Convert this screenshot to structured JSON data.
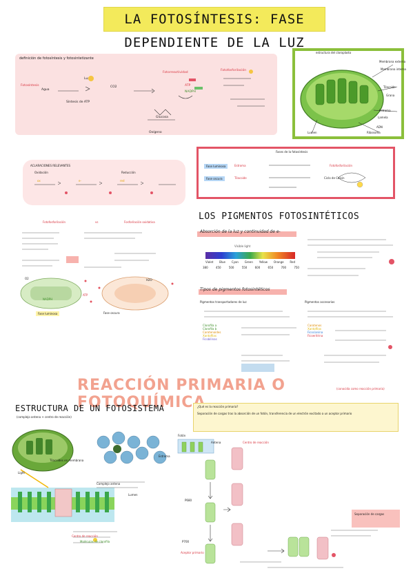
{
  "header": {
    "title": "La fotosíntesis: fase dependiente de la luz"
  },
  "top_section": {
    "definition_line": "definición de fotosíntesis y fotosintetizante",
    "labels": [
      "Fotosíntesis",
      "Fotorreactividad",
      "Luz",
      "NADPH",
      "ATP",
      "Síntesis de ATP",
      "CO2",
      "Glucosa",
      "Agua",
      "Oxígeno",
      "Fotofosforilación"
    ],
    "chloroplast_title": "estructura del cloroplasto",
    "chloroplast_labels": [
      "Membrana externa",
      "Membrana interna",
      "Tilacoide",
      "Grana",
      "Estroma",
      "Lamela",
      "ADN",
      "Ribosoma",
      "Lumen"
    ]
  },
  "middle_left": {
    "pinkbox_title": "ACLARACIONES RELEVANTES",
    "pinkbox_sub": [
      "Oxidación",
      "Reducción"
    ],
    "box_labels": [
      "Fotofosforilación",
      "vs",
      "Fosforilación oxidativa"
    ],
    "phase_labels": [
      "Fase luminosa",
      "Fase oscura",
      "ATP",
      "NADPH",
      "O2",
      "H2O"
    ]
  },
  "redbox": {
    "title": "Fases de la fotosíntesis",
    "items": [
      "Fase luminosa",
      "Fase oscura",
      "Estroma",
      "Tilacoide",
      "Ciclo de Calvin",
      "Fotofosforilación"
    ]
  },
  "pigments": {
    "heading": "los pigmentos fotosintéticos",
    "subheading": "Absorción de la luz y continuidad de e-",
    "spectrum_title": "Visible light",
    "spectrum_colors": [
      "Violet",
      "Blue",
      "Cyan",
      "Green",
      "Yellow",
      "Orange",
      "Red"
    ],
    "spectrum_ticks": [
      "380",
      "450",
      "500",
      "550",
      "600",
      "650",
      "700",
      "750"
    ],
    "types_heading": "Tipos de pigmentos fotosintéticos",
    "col1_title": "Pigmentos transportadores de luz",
    "col2_title": "Pigmentos accesorios",
    "col1_items": [
      "Clorofila a",
      "Clorofila b",
      "Carotenoides",
      "Xantofilas",
      "Ficobilinas"
    ],
    "col2_items": [
      "Carotenos",
      "Xantofilas",
      "Ficocianina",
      "Ficoeritrina"
    ]
  },
  "primary_reaction": {
    "banner": "Reacción primaria o fotoquímica",
    "banner_note": "(conocida como reacción primaria)",
    "question_title": "¿Qué es la reacción primaria?",
    "question_text": "Separación de cargas tras la absorción de un fotón, transferencia de un electrón excitado a un aceptor primario",
    "steps": [
      "Fotón",
      "Antena",
      "Centro de reacción",
      "P680",
      "P700",
      "Aceptor primario",
      "Separación de cargas"
    ]
  },
  "photosystem": {
    "heading": "estructura de un fotosistema",
    "subheading": "(complejo antena + centro de reacción)",
    "labels": [
      "Tilacoides en membrana",
      "Light",
      "Complejo antena",
      "Centro de reacción",
      "Moléculas de clorofila",
      "Estroma",
      "Lumen"
    ]
  }
}
